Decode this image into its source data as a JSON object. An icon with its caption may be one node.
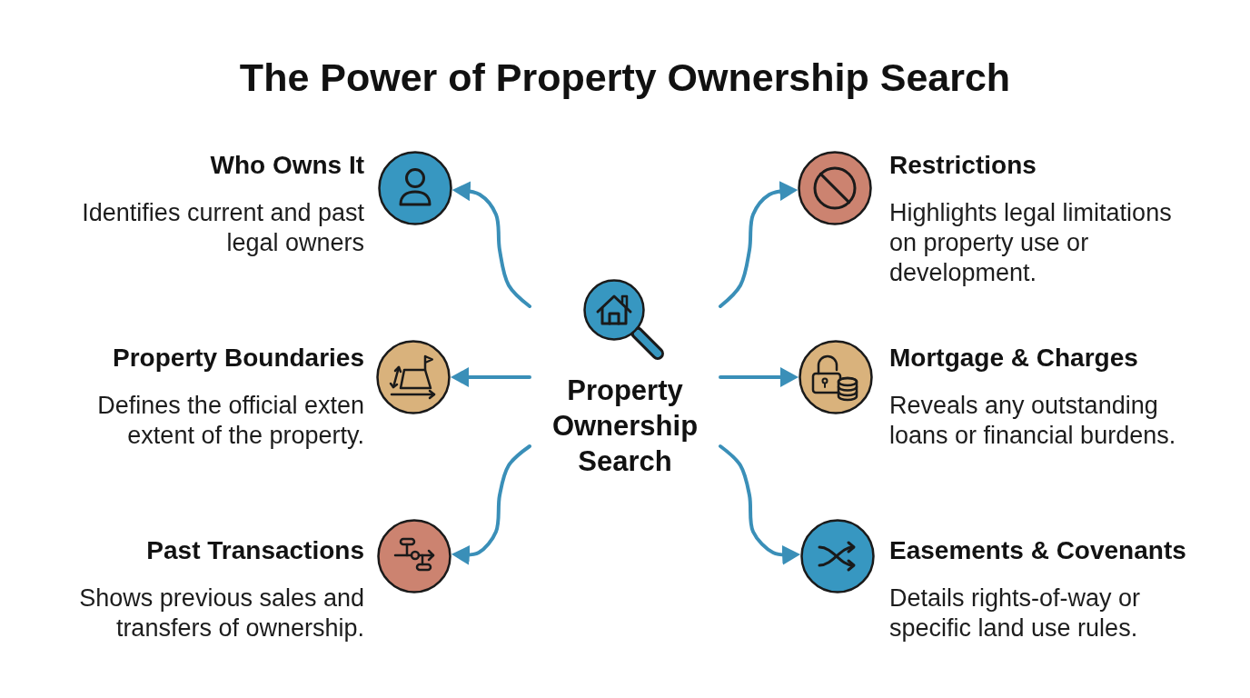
{
  "diagram": {
    "title": "The Power of Property Ownership Search",
    "nodes": [
      {
        "text": [
          "Property Ownership Search"
        ]
      },
      {
        "text": [
          "Who Owns It",
          "Identifies current and past legal owners"
        ]
      },
      {
        "text": [
          "Property Boundaries",
          "Defines the official exten extent of the property."
        ]
      },
      {
        "text": [
          "Past Transactions",
          "Shows previous sales and transfers of ownership."
        ]
      },
      {
        "text": [
          "Restrictions",
          "Highlights legal limitations on property use or development."
        ]
      },
      {
        "text": [
          "Mortgage & Charges",
          "Reveals any outstanding loans or financial burdens."
        ]
      },
      {
        "text": [
          "Easements & Covenants",
          "Details rights-of-way or specific land use rules."
        ]
      }
    ],
    "edges": [
      {
        "from": 0,
        "to": 1,
        "arrow": "to"
      },
      {
        "from": 0,
        "to": 2,
        "arrow": "to"
      },
      {
        "from": 0,
        "to": 3,
        "arrow": "to"
      },
      {
        "from": 0,
        "to": 4,
        "arrow": "to"
      },
      {
        "from": 0,
        "to": 5,
        "arrow": "to"
      },
      {
        "from": 0,
        "to": 6,
        "arrow": "to"
      }
    ]
  }
}
